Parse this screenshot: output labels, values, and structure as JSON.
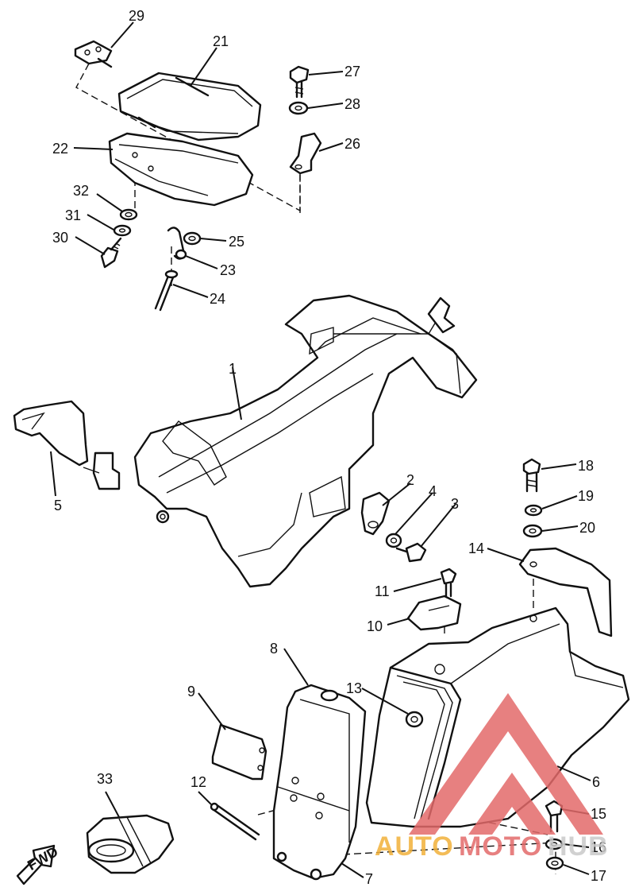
{
  "parts": [
    {
      "number": "1"
    },
    {
      "number": "2"
    },
    {
      "number": "3"
    },
    {
      "number": "4"
    },
    {
      "number": "5"
    },
    {
      "number": "6"
    },
    {
      "number": "7"
    },
    {
      "number": "8"
    },
    {
      "number": "9"
    },
    {
      "number": "10"
    },
    {
      "number": "11"
    },
    {
      "number": "12"
    },
    {
      "number": "13"
    },
    {
      "number": "14"
    },
    {
      "number": "15"
    },
    {
      "number": "16"
    },
    {
      "number": "17"
    },
    {
      "number": "18"
    },
    {
      "number": "19"
    },
    {
      "number": "20"
    },
    {
      "number": "21"
    },
    {
      "number": "22"
    },
    {
      "number": "23"
    },
    {
      "number": "24"
    },
    {
      "number": "25"
    },
    {
      "number": "26"
    },
    {
      "number": "27"
    },
    {
      "number": "28"
    },
    {
      "number": "29"
    },
    {
      "number": "30"
    },
    {
      "number": "31"
    },
    {
      "number": "32"
    },
    {
      "number": "33"
    }
  ],
  "direction_marker": "FWD",
  "watermark": {
    "text_part1": "AUTO",
    "text_part2": "MOTO",
    "text_part3": "HUB",
    "color_primary": "#e36a6a",
    "color_secondary": "#f2b13a",
    "color_text_dark": "#c9c9c9"
  },
  "colors": {
    "line": "#111111",
    "background": "#ffffff"
  }
}
